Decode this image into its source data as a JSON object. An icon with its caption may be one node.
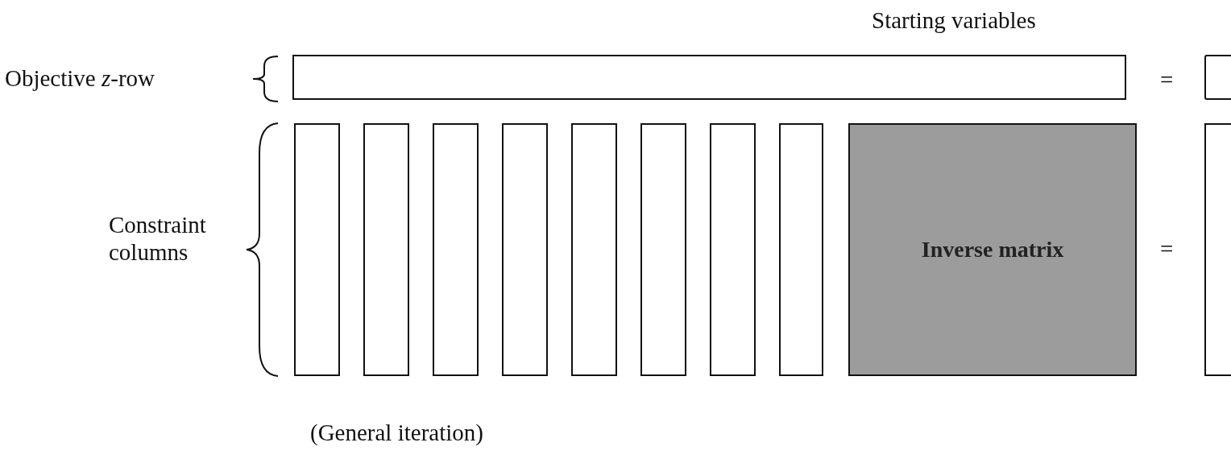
{
  "diagram": {
    "caption": "(General iteration)",
    "nodes": [
      {
        "text": [],
        "shape": "bar"
      },
      {
        "text": [],
        "shape": "box"
      },
      {
        "text": [],
        "shape": "bar"
      },
      {
        "text": [],
        "shape": "bar"
      },
      {
        "text": [],
        "shape": "bar"
      },
      {
        "text": [],
        "shape": "bar"
      },
      {
        "text": [],
        "shape": "bar"
      },
      {
        "text": [],
        "shape": "bar"
      },
      {
        "text": [],
        "shape": "bar"
      },
      {
        "text": [],
        "shape": "bar"
      },
      {
        "text": [
          "Inverse matrix"
        ]
      },
      {
        "text": [],
        "shape": "bar"
      }
    ],
    "edges": [],
    "labels": [
      "Starting variables",
      "Objective *z*-row",
      "=",
      "Constraint columns",
      "="
    ]
  }
}
